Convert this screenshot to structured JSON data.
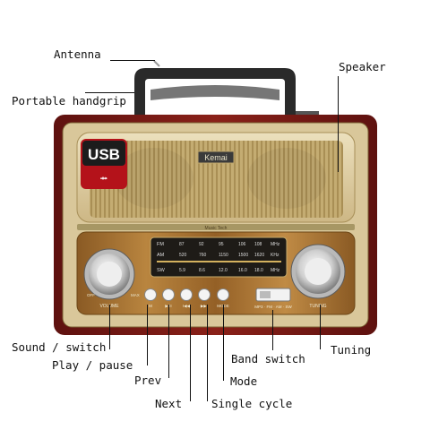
{
  "callouts": {
    "antenna": "Antenna",
    "handgrip": "Portable handgrip",
    "speaker": "Speaker",
    "sound_switch": "Sound / switch",
    "play_pause": "Play / pause",
    "prev": "Prev",
    "next": "Next",
    "single_cycle": "Single cycle",
    "mode": "Mode",
    "band_switch": "Band switch",
    "tuning": "Tuning"
  },
  "radio": {
    "usb_badge": "USB",
    "brand": "Kemai",
    "music_tech": "Music Tech",
    "dial": {
      "fm_label": "FM",
      "fm_ticks": [
        "87",
        "92",
        "95",
        "106",
        "108"
      ],
      "fm_unit": "MHz",
      "am_label": "AM",
      "am_ticks": [
        "520",
        "760",
        "1150",
        "1500",
        "1620"
      ],
      "am_unit": "KHz",
      "sw_label": "SW",
      "sw_ticks": [
        "5.9",
        "8.6",
        "12.0",
        "16.0",
        "18.0"
      ],
      "sw_unit": "MHz"
    },
    "off_label": "OFF",
    "max_label": "MAX",
    "volume_label": "VOLUME",
    "tuning_label": "TUNING",
    "band_strip_label": "MP3 · FM · AM · SW",
    "buttons": [
      "M",
      "▶/II",
      "I◀◀",
      "▶▶I",
      "MODE"
    ]
  },
  "colors": {
    "wood": "#7a1a16",
    "panel": "#dcc99a",
    "grille": "#c9b27a",
    "badge_red": "#b4121a"
  }
}
